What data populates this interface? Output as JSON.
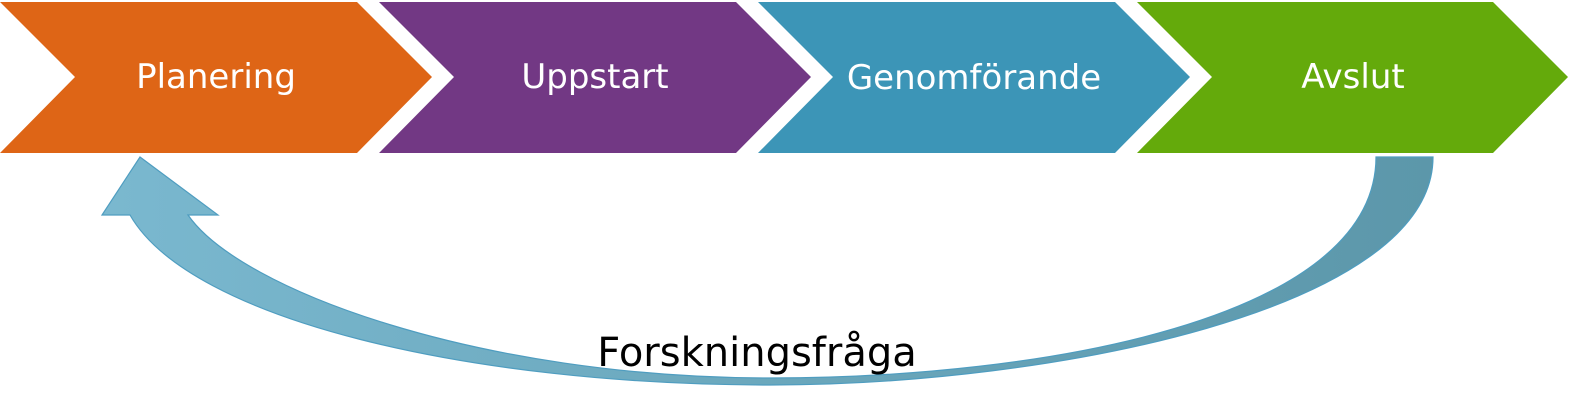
{
  "stages": [
    {
      "label": "Planering",
      "color": "#de6516"
    },
    {
      "label": "Uppstart",
      "color": "#723884"
    },
    {
      "label": "Genomförande",
      "color": "#3c95b7"
    },
    {
      "label": "Avslut",
      "color": "#64aa0b"
    }
  ],
  "feedback": {
    "label": "Forskningsfråga",
    "color_light": "#7ab8cf",
    "color_dark": "#5c97aa",
    "stroke": "#4f9dc0"
  }
}
